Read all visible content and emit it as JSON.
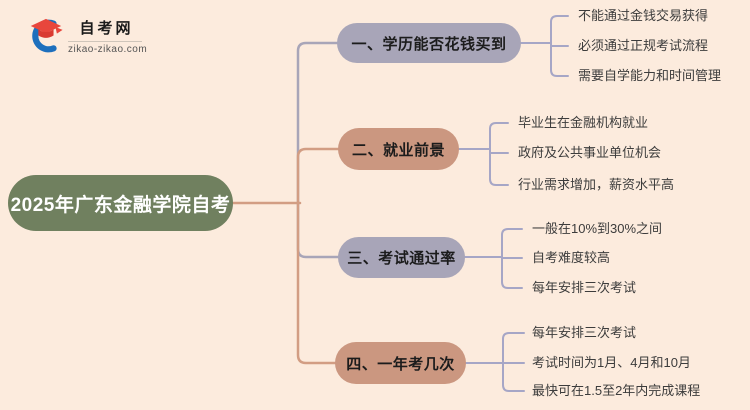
{
  "palette": {
    "background": "#fcebdd",
    "pill_text": "#1c1c1c",
    "item_text": "#3c3c3c",
    "logo_cap_red": "#e8463c",
    "logo_swoosh_blue": "#1d6fbd"
  },
  "logo": {
    "site_name": "自考网",
    "site_url": "zikao-zikao.com"
  },
  "mindmap": {
    "root": {
      "label": "2025年广东金融学院自考",
      "bg": "#70805f",
      "text_color": "#ffffff"
    },
    "connector_colors": {
      "warm": "#d29d83",
      "cool": "#a8a5b8",
      "secondary": "#a6a6c6"
    },
    "branches": [
      {
        "label": "一、学历能否花钱买到",
        "bg": "#a8a5b8",
        "items": [
          "不能通过金钱交易获得",
          "必须通过正规考试流程",
          "需要自学能力和时间管理"
        ]
      },
      {
        "label": "二、就业前景",
        "bg": "#cb9780",
        "items": [
          "毕业生在金融机构就业",
          "政府及公共事业单位机会",
          "行业需求增加，薪资水平高"
        ]
      },
      {
        "label": "三、考试通过率",
        "bg": "#a8a5b8",
        "items": [
          "一般在10%到30%之间",
          "自考难度较高",
          "每年安排三次考试"
        ]
      },
      {
        "label": "四、一年考几次",
        "bg": "#cb9780",
        "items": [
          "每年安排三次考试",
          "考试时间为1月、4月和10月",
          "最快可在1.5至2年内完成课程"
        ]
      }
    ]
  }
}
